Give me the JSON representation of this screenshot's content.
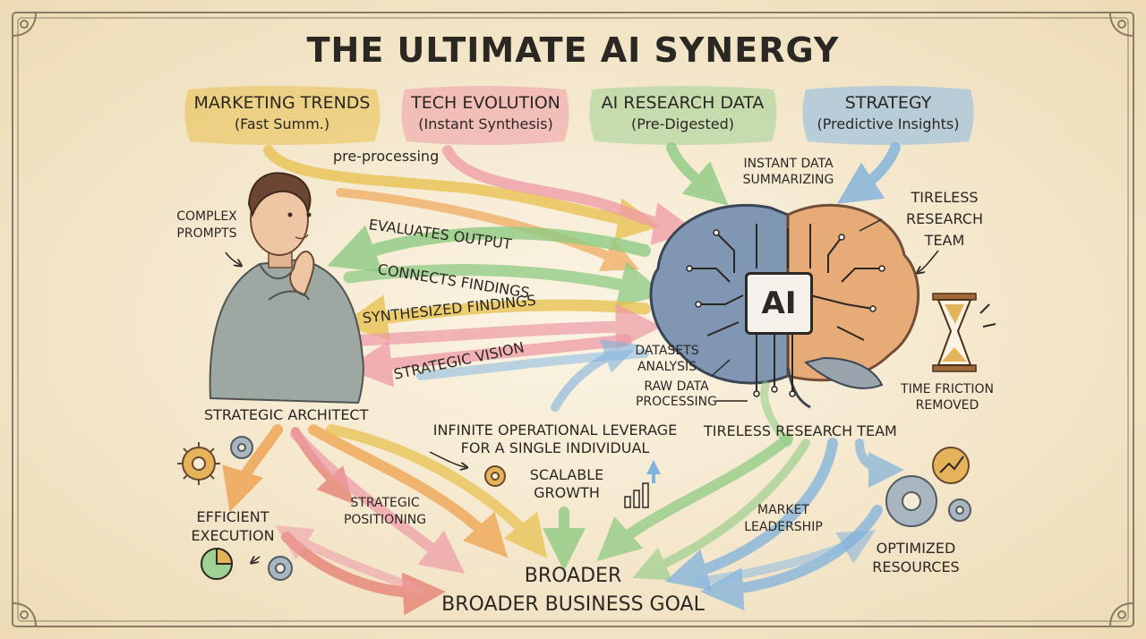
{
  "title": "THE ULTIMATE AI SYNERGY",
  "sources": [
    {
      "title": "MARKETING TRENDS",
      "subtitle": "(Fast Summ.)",
      "color": "#e7c04a"
    },
    {
      "title": "TECH EVOLUTION",
      "subtitle": "(Instant Synthesis)",
      "color": "#ee9aa6"
    },
    {
      "title": "AI RESEARCH DATA",
      "subtitle": "(Pre-Digested)",
      "color": "#9fd193"
    },
    {
      "title": "STRATEGY",
      "subtitle": "(Predictive Insights)",
      "color": "#8fbde3"
    }
  ],
  "labels": {
    "pre_processing": "pre-processing",
    "instant_data_1": "INSTANT DATA",
    "instant_data_2": "SUMMARIZING",
    "tireless_top_1": "TIRELESS",
    "tireless_top_2": "RESEARCH",
    "tireless_top_3": "TEAM",
    "complex_1": "COMPLEX",
    "complex_2": "PROMPTS",
    "evaluates": "EVALUATES OUTPUT",
    "connects": "CONNECTS FINDINGS",
    "synthesized": "SYNTHESIZED FINDINGS",
    "strategic_vision": "STRATEGIC VISION",
    "ai_chip": "AI",
    "datasets": "DATASETS",
    "analysis": "ANALYSIS",
    "raw_data": "RAW DATA",
    "processing": "PROCESSING",
    "time_friction_1": "TIME FRICTION",
    "time_friction_2": "REMOVED",
    "strategic_architect": "STRATEGIC ARCHITECT",
    "infinite_1": "INFINITE OPERATIONAL LEVERAGE",
    "infinite_2": "FOR A SINGLE INDIVIDUAL",
    "tireless_bottom": "TIRELESS RESEARCH TEAM",
    "efficient_1": "EFFICIENT",
    "efficient_2": "EXECUTION",
    "strategic_pos_1": "STRATEGIC",
    "strategic_pos_2": "POSITIONING",
    "scalable_1": "SCALABLE",
    "scalable_2": "GROWTH",
    "market_1": "MARKET",
    "market_2": "LEADERSHIP",
    "optimized_1": "OPTIMIZED",
    "optimized_2": "RESOURCES",
    "broader": "BROADER",
    "broader_goal": "BROADER BUSINESS GOAL"
  },
  "colors": {
    "paper": "#f6ecd6",
    "ink": "#2b2723",
    "yellow": "#e7c04a",
    "orange": "#eea24f",
    "pink": "#ee9aa6",
    "red": "#e4776b",
    "green": "#9fd193",
    "blue": "#8fbde3",
    "brain_blue": "#7f97b3",
    "brain_orange": "#e7a874"
  },
  "icons": [
    "gear-icon",
    "pie-chart-icon",
    "bar-chart-icon",
    "hourglass-icon",
    "ai-chip-icon",
    "brain-illustration",
    "person-illustration"
  ]
}
